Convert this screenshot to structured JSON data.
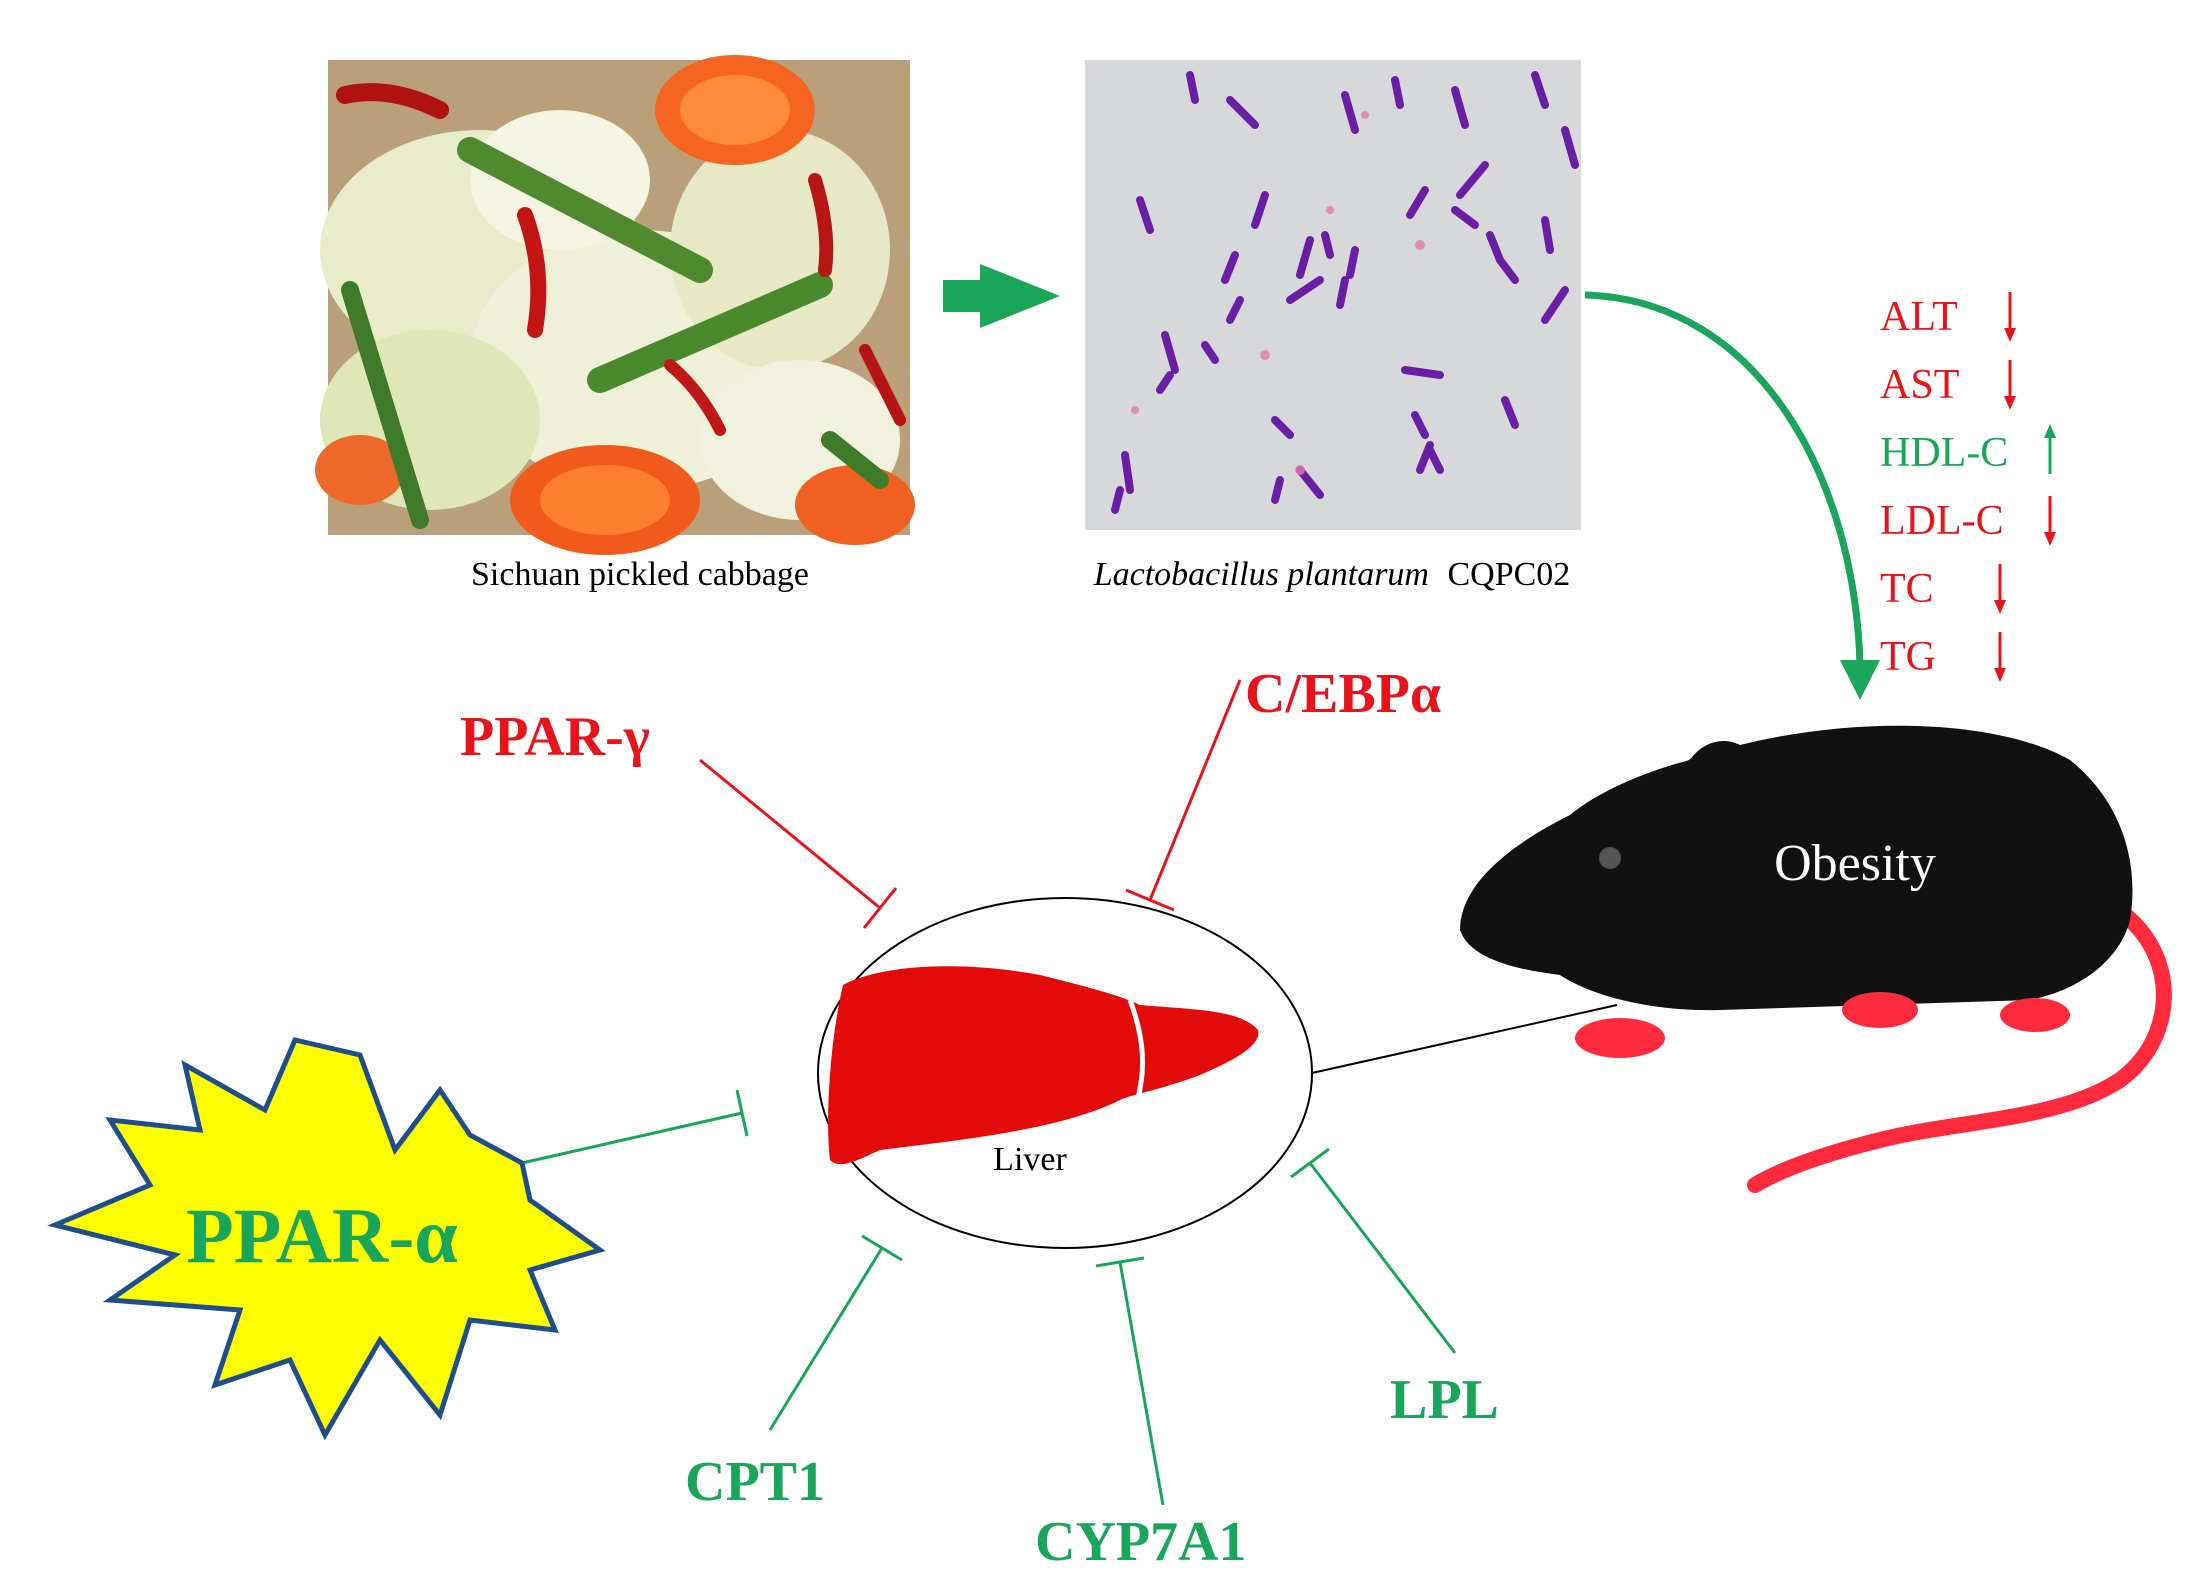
{
  "photo": {
    "caption": "Sichuan pickled cabbage"
  },
  "micrograph": {
    "caption_italic": "Lactobacillus plantarum",
    "caption_strain": "CQPC02"
  },
  "markers": [
    {
      "label": "ALT",
      "direction": "down",
      "color": "#e8141b"
    },
    {
      "label": "AST",
      "direction": "down",
      "color": "#e8141b"
    },
    {
      "label": "HDL-C",
      "direction": "up",
      "color": "#1aa65a"
    },
    {
      "label": "LDL-C",
      "direction": "down",
      "color": "#e8141b"
    },
    {
      "label": "TC",
      "direction": "down",
      "color": "#e8141b"
    },
    {
      "label": "TG",
      "direction": "down",
      "color": "#e8141b"
    }
  ],
  "mouse": {
    "label": "Obesity"
  },
  "liver": {
    "label": "Liver"
  },
  "genes": {
    "ppar_gamma": "PPAR-γ",
    "cebp_alpha": "C/EBPα",
    "ppar_alpha": "PPAR-α",
    "cpt1": "CPT1",
    "cyp7a1": "CYP7A1",
    "lpl": "LPL"
  },
  "colors": {
    "red": "#e8141b",
    "green": "#1aa65a",
    "starburst_fill": "#ffff00",
    "starburst_stroke": "#1f4e8c"
  }
}
